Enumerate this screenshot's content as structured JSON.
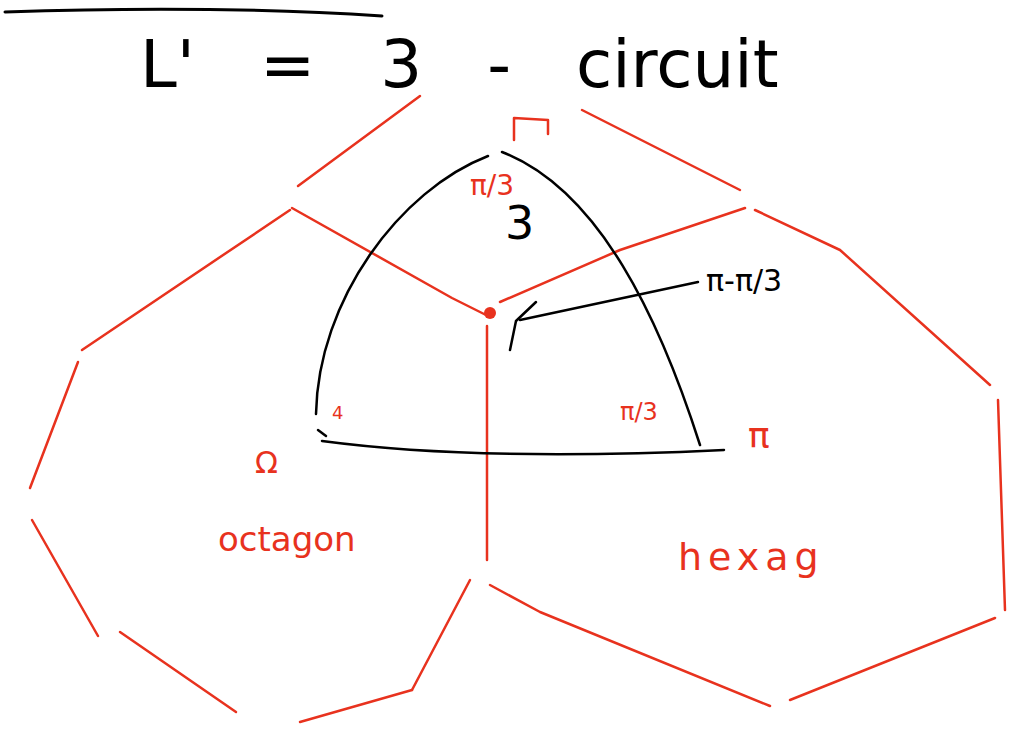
{
  "diagram": {
    "title": "L' = 3 - circuit",
    "labels": [
      "π/3",
      "3",
      "π-π/3",
      "4",
      "Ω",
      "π/3",
      "π",
      "octagon",
      "hexag"
    ]
  }
}
